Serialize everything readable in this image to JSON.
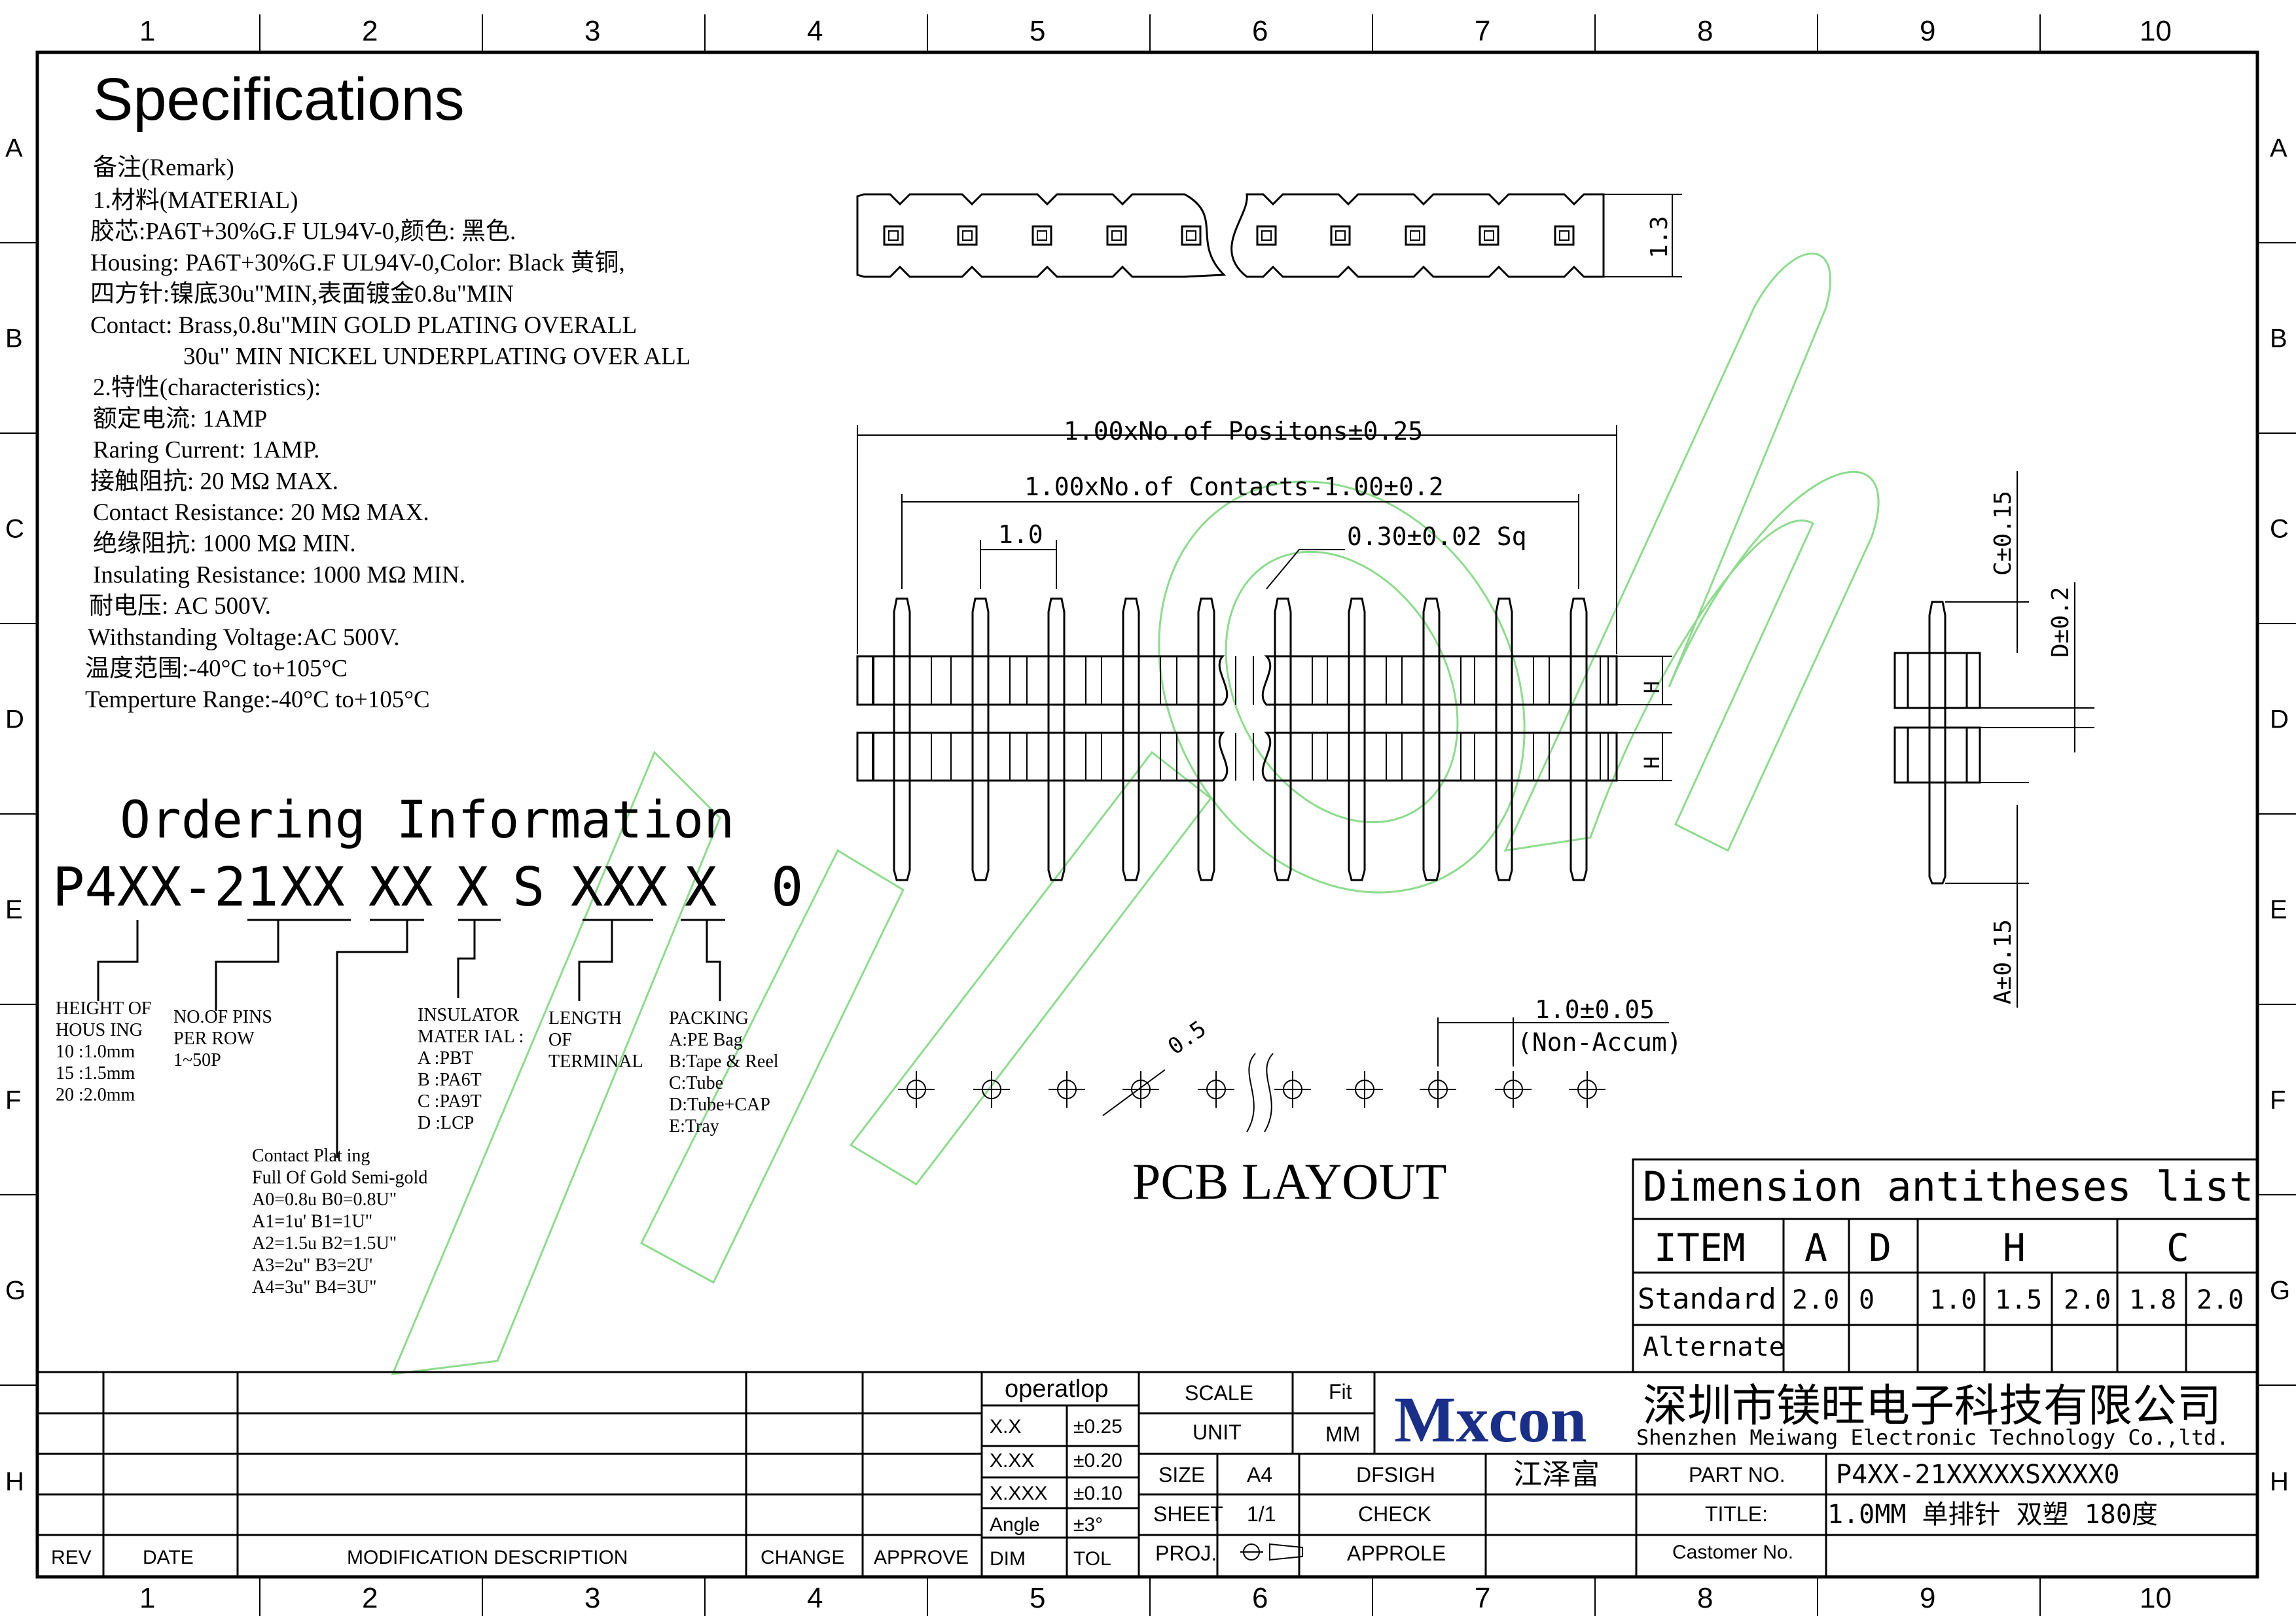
{
  "title": "Specifications",
  "remark": {
    "heading": "备注(Remark)",
    "lines": [
      "1.材料(MATERIAL)",
      "胶芯:PA6T+30%G.F UL94V-0,颜色: 黑色.",
      "Housing: PA6T+30%G.F UL94V-0,Color: Black 黄铜,",
      "四方针:镍底30u\"MIN,表面镀金0.8u\"MIN",
      "Contact: Brass,0.8u\"MIN GOLD PLATING OVERALL",
      "30u\" MIN NICKEL UNDERPLATING OVER ALL",
      "2.特性(characteristics):",
      "额定电流: 1AMP",
      "Raring Current: 1AMP.",
      "接触阻抗: 20 MΩ MAX.",
      "Contact Resistance: 20 MΩ MAX.",
      "绝缘阻抗: 1000 MΩ MIN.",
      "Insulating Resistance: 1000 MΩ MIN.",
      "耐电压: AC 500V.",
      "Withstanding Voltage:AC 500V.",
      "温度范围:-40°C to+105°C",
      "Temperture Range:-40°C to+105°C"
    ]
  },
  "ordering": {
    "heading": "Ordering Information",
    "code_parts": [
      "P4XX-21",
      "XX",
      "XX",
      "X",
      "S",
      "XXX",
      "X",
      "0"
    ],
    "height": [
      "HEIGHT OF",
      "HOUS ING",
      "10 :1.0mm",
      "15 :1.5mm",
      "20 :2.0mm"
    ],
    "pins": [
      "NO.OF PINS",
      "PER ROW",
      "1~50P"
    ],
    "insulator": [
      "INSULATOR",
      "MATER IAL :",
      "A :PBT",
      "B :PA6T",
      "C :PA9T",
      "D :LCP"
    ],
    "length": [
      "LENGTH",
      "OF",
      "TERMINAL"
    ],
    "packing": [
      "PACKING",
      "A:PE Bag",
      "B:Tape & Reel",
      "C:Tube",
      "D:Tube+CAP",
      "E:Tray"
    ],
    "plating": [
      "Contact Plat ing",
      "Full Of Gold Semi-gold",
      "A0=0.8u B0=0.8U\"",
      "A1=1u' B1=1U\"",
      "A2=1.5u B2=1.5U\"",
      "A3=2u\" B3=2U'",
      "A4=3u\" B4=3U\""
    ]
  },
  "dims": {
    "positions": "1.00xNo.of Positons±0.25",
    "contacts": "1.00xNo.of Contacts-1.00±0.2",
    "pitch": "1.0",
    "pin_sq": "0.30±0.02 Sq",
    "h": "H",
    "top_h": "1.3",
    "c": "C±0.15",
    "d": "D±0.2",
    "a": "A±0.15",
    "pcb_pitch": "1.0±0.05",
    "non_accum": "(Non-Accum)",
    "hole": "0.5",
    "pcb_title": "PCB LAYOUT"
  },
  "dim_table": {
    "title": "Dimension  antitheses list",
    "headers": [
      "ITEM",
      "A",
      "D",
      "H",
      "C"
    ],
    "standard": [
      "Standard",
      "2.0",
      "0",
      "1.0",
      "1.5",
      "2.0",
      "1.8",
      "2.0"
    ],
    "alternate": "Alternate"
  },
  "title_block": {
    "operatlop": "operatlop",
    "tol_rows": [
      [
        "X.X",
        "±0.25"
      ],
      [
        "X.XX",
        "±0.20"
      ],
      [
        "X.XXX",
        "±0.10"
      ],
      [
        "Angle",
        "±3°"
      ],
      [
        "DIM",
        "TOL"
      ]
    ],
    "rev_headers": [
      "REV",
      "DATE",
      "MODIFICATION DESCRIPTION",
      "CHANGE",
      "APPROVE"
    ],
    "scale": "SCALE",
    "fit": "Fit",
    "unit": "UNIT",
    "mm": "MM",
    "size": "SIZE",
    "a4": "A4",
    "dfsigh": "DFSIGH",
    "designer": "江泽富",
    "sheet": "SHEET",
    "sheet_val": "1/1",
    "check": "CHECK",
    "proj": "PROJ.",
    "approle": "APPROLE",
    "logo": "Mxcon",
    "company_cn": "深圳市镁旺电子科技有限公司",
    "company_en": "Shenzhen Meiwang Electronic Technology Co.,ltd.",
    "part_no_label": "PART NO.",
    "part_no": "P4XX-21XXXXXSXXXX0",
    "title_label": "TITLE:",
    "title_val": "1.0MM 单排针 双塑  180度",
    "customer_label": "Castomer No."
  },
  "grid": {
    "cols": [
      "1",
      "2",
      "3",
      "4",
      "5",
      "6",
      "7",
      "8",
      "9",
      "10"
    ],
    "rows": [
      "A",
      "B",
      "C",
      "D",
      "E",
      "F",
      "G",
      "H"
    ]
  }
}
